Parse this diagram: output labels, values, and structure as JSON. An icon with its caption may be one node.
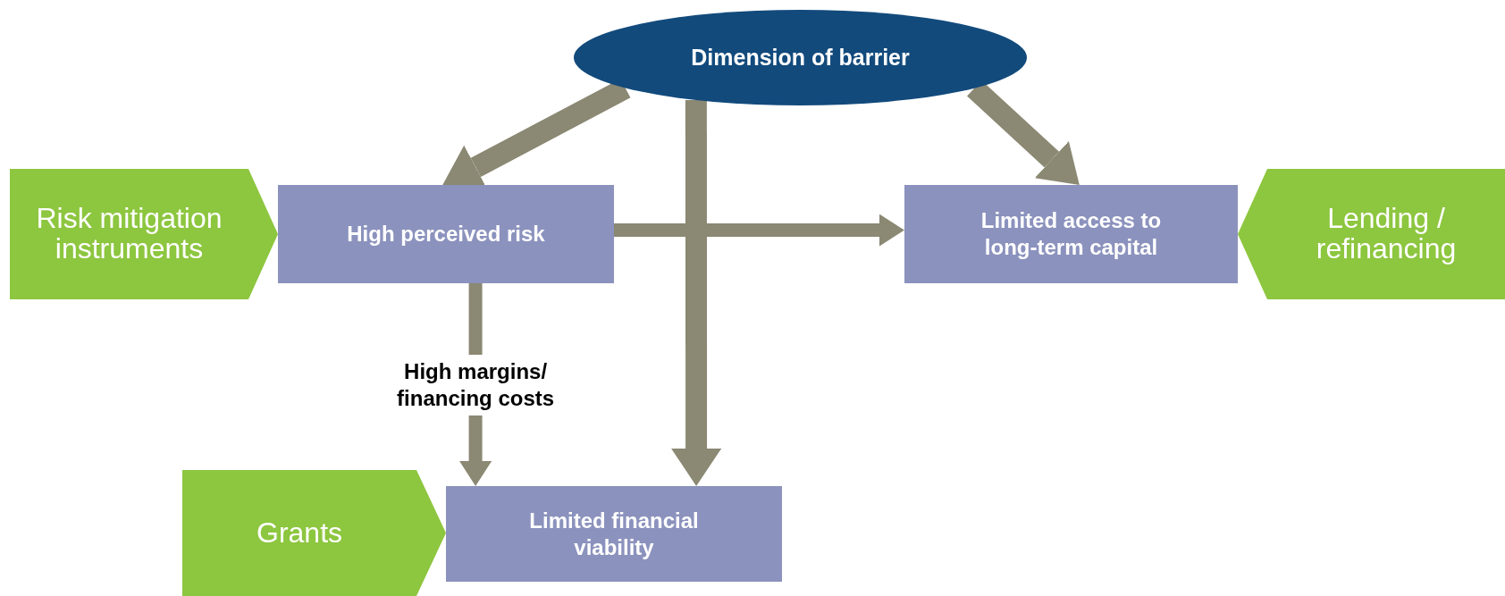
{
  "diagram": {
    "nodes": [
      {
        "text": [
          "Dimension of barrier"
        ]
      },
      {
        "text": [
          "Risk mitigation instruments"
        ]
      },
      {
        "text": [
          "High perceived risk"
        ]
      },
      {
        "text": [
          "Limited access to long-term capital"
        ]
      },
      {
        "text": [
          "Lending / refinancing"
        ]
      },
      {
        "text": [
          "Grants"
        ]
      },
      {
        "text": [
          "Limited financial viability"
        ]
      }
    ],
    "edges": [
      {
        "from": 0,
        "to": 2,
        "arrow": "to"
      },
      {
        "from": 0,
        "to": 6,
        "arrow": "to"
      },
      {
        "from": 0,
        "to": 3,
        "arrow": "to"
      },
      {
        "from": 2,
        "to": 3,
        "arrow": "to"
      },
      {
        "from": 2,
        "to": 6,
        "arrow": "to",
        "label": "High margins/ financing costs"
      }
    ]
  }
}
